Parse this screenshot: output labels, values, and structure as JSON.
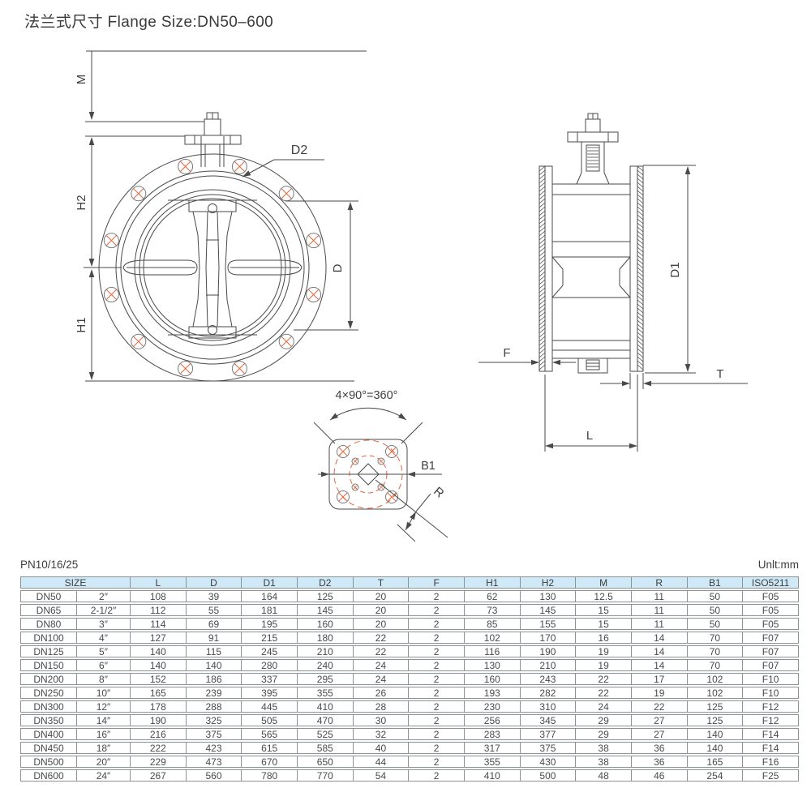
{
  "title": "法兰式尺寸 Flange Size:DN50–600",
  "drawing": {
    "front_view": {
      "dim_m": "M",
      "dim_h2": "H2",
      "dim_h1": "H1",
      "dim_d": "D",
      "dim_d2": "D2"
    },
    "side_view": {
      "dim_d1": "D1",
      "dim_f": "F",
      "dim_t": "T",
      "dim_l": "L"
    },
    "pad_view": {
      "angle_note": "4×90°=360°",
      "dim_b1": "B1",
      "dim_r": "R"
    }
  },
  "table": {
    "pressure_note": "PN10/16/25",
    "unit_note": "Unlt:mm",
    "headers": [
      "SIZE",
      "L",
      "D",
      "D1",
      "D2",
      "T",
      "F",
      "H1",
      "H2",
      "M",
      "R",
      "B1",
      "ISO5211"
    ],
    "rows": [
      [
        "DN50",
        "2″",
        "108",
        "39",
        "164",
        "125",
        "20",
        "2",
        "62",
        "130",
        "12.5",
        "11",
        "50",
        "F05"
      ],
      [
        "DN65",
        "2-1/2″",
        "112",
        "55",
        "181",
        "145",
        "20",
        "2",
        "73",
        "145",
        "15",
        "11",
        "50",
        "F05"
      ],
      [
        "DN80",
        "3″",
        "114",
        "69",
        "195",
        "160",
        "20",
        "2",
        "85",
        "155",
        "15",
        "11",
        "50",
        "F05"
      ],
      [
        "DN100",
        "4″",
        "127",
        "91",
        "215",
        "180",
        "22",
        "2",
        "102",
        "170",
        "16",
        "14",
        "70",
        "F07"
      ],
      [
        "DN125",
        "5″",
        "140",
        "115",
        "245",
        "210",
        "22",
        "2",
        "116",
        "190",
        "19",
        "14",
        "70",
        "F07"
      ],
      [
        "DN150",
        "6″",
        "140",
        "140",
        "280",
        "240",
        "24",
        "2",
        "130",
        "210",
        "19",
        "14",
        "70",
        "F07"
      ],
      [
        "DN200",
        "8″",
        "152",
        "186",
        "337",
        "295",
        "24",
        "2",
        "160",
        "243",
        "22",
        "17",
        "102",
        "F10"
      ],
      [
        "DN250",
        "10″",
        "165",
        "239",
        "395",
        "355",
        "26",
        "2",
        "193",
        "282",
        "22",
        "19",
        "102",
        "F10"
      ],
      [
        "DN300",
        "12″",
        "178",
        "288",
        "445",
        "410",
        "28",
        "2",
        "230",
        "310",
        "24",
        "22",
        "125",
        "F12"
      ],
      [
        "DN350",
        "14″",
        "190",
        "325",
        "505",
        "470",
        "30",
        "2",
        "256",
        "345",
        "29",
        "27",
        "125",
        "F12"
      ],
      [
        "DN400",
        "16″",
        "216",
        "375",
        "565",
        "525",
        "32",
        "2",
        "283",
        "377",
        "29",
        "27",
        "140",
        "F14"
      ],
      [
        "DN450",
        "18″",
        "222",
        "423",
        "615",
        "585",
        "40",
        "2",
        "317",
        "375",
        "38",
        "36",
        "140",
        "F14"
      ],
      [
        "DN500",
        "20″",
        "229",
        "473",
        "670",
        "650",
        "44",
        "2",
        "355",
        "430",
        "38",
        "36",
        "165",
        "F16"
      ],
      [
        "DN600",
        "24″",
        "267",
        "560",
        "780",
        "770",
        "54",
        "2",
        "410",
        "500",
        "48",
        "46",
        "254",
        "F25"
      ]
    ]
  },
  "colors": {
    "accent_orange": "#e0693f",
    "line": "#4a4a4a",
    "header_bg": "#cfe9f7",
    "border": "#8c9296"
  }
}
